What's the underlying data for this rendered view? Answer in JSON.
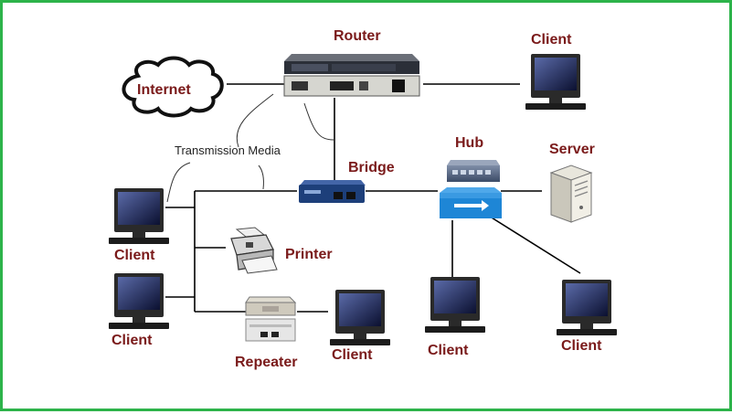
{
  "labels": {
    "router": "Router",
    "internet": "Internet",
    "transmission_media": "Transmission Media",
    "bridge": "Bridge",
    "hub": "Hub",
    "server": "Server",
    "printer": "Printer",
    "repeater": "Repeater",
    "client": "Client"
  },
  "colors": {
    "border": "#2db34a",
    "label": "#7a1a1a",
    "line": "#000000",
    "hub_blue": "#1e86d6",
    "bridge_blue": "#1d3f7a"
  }
}
